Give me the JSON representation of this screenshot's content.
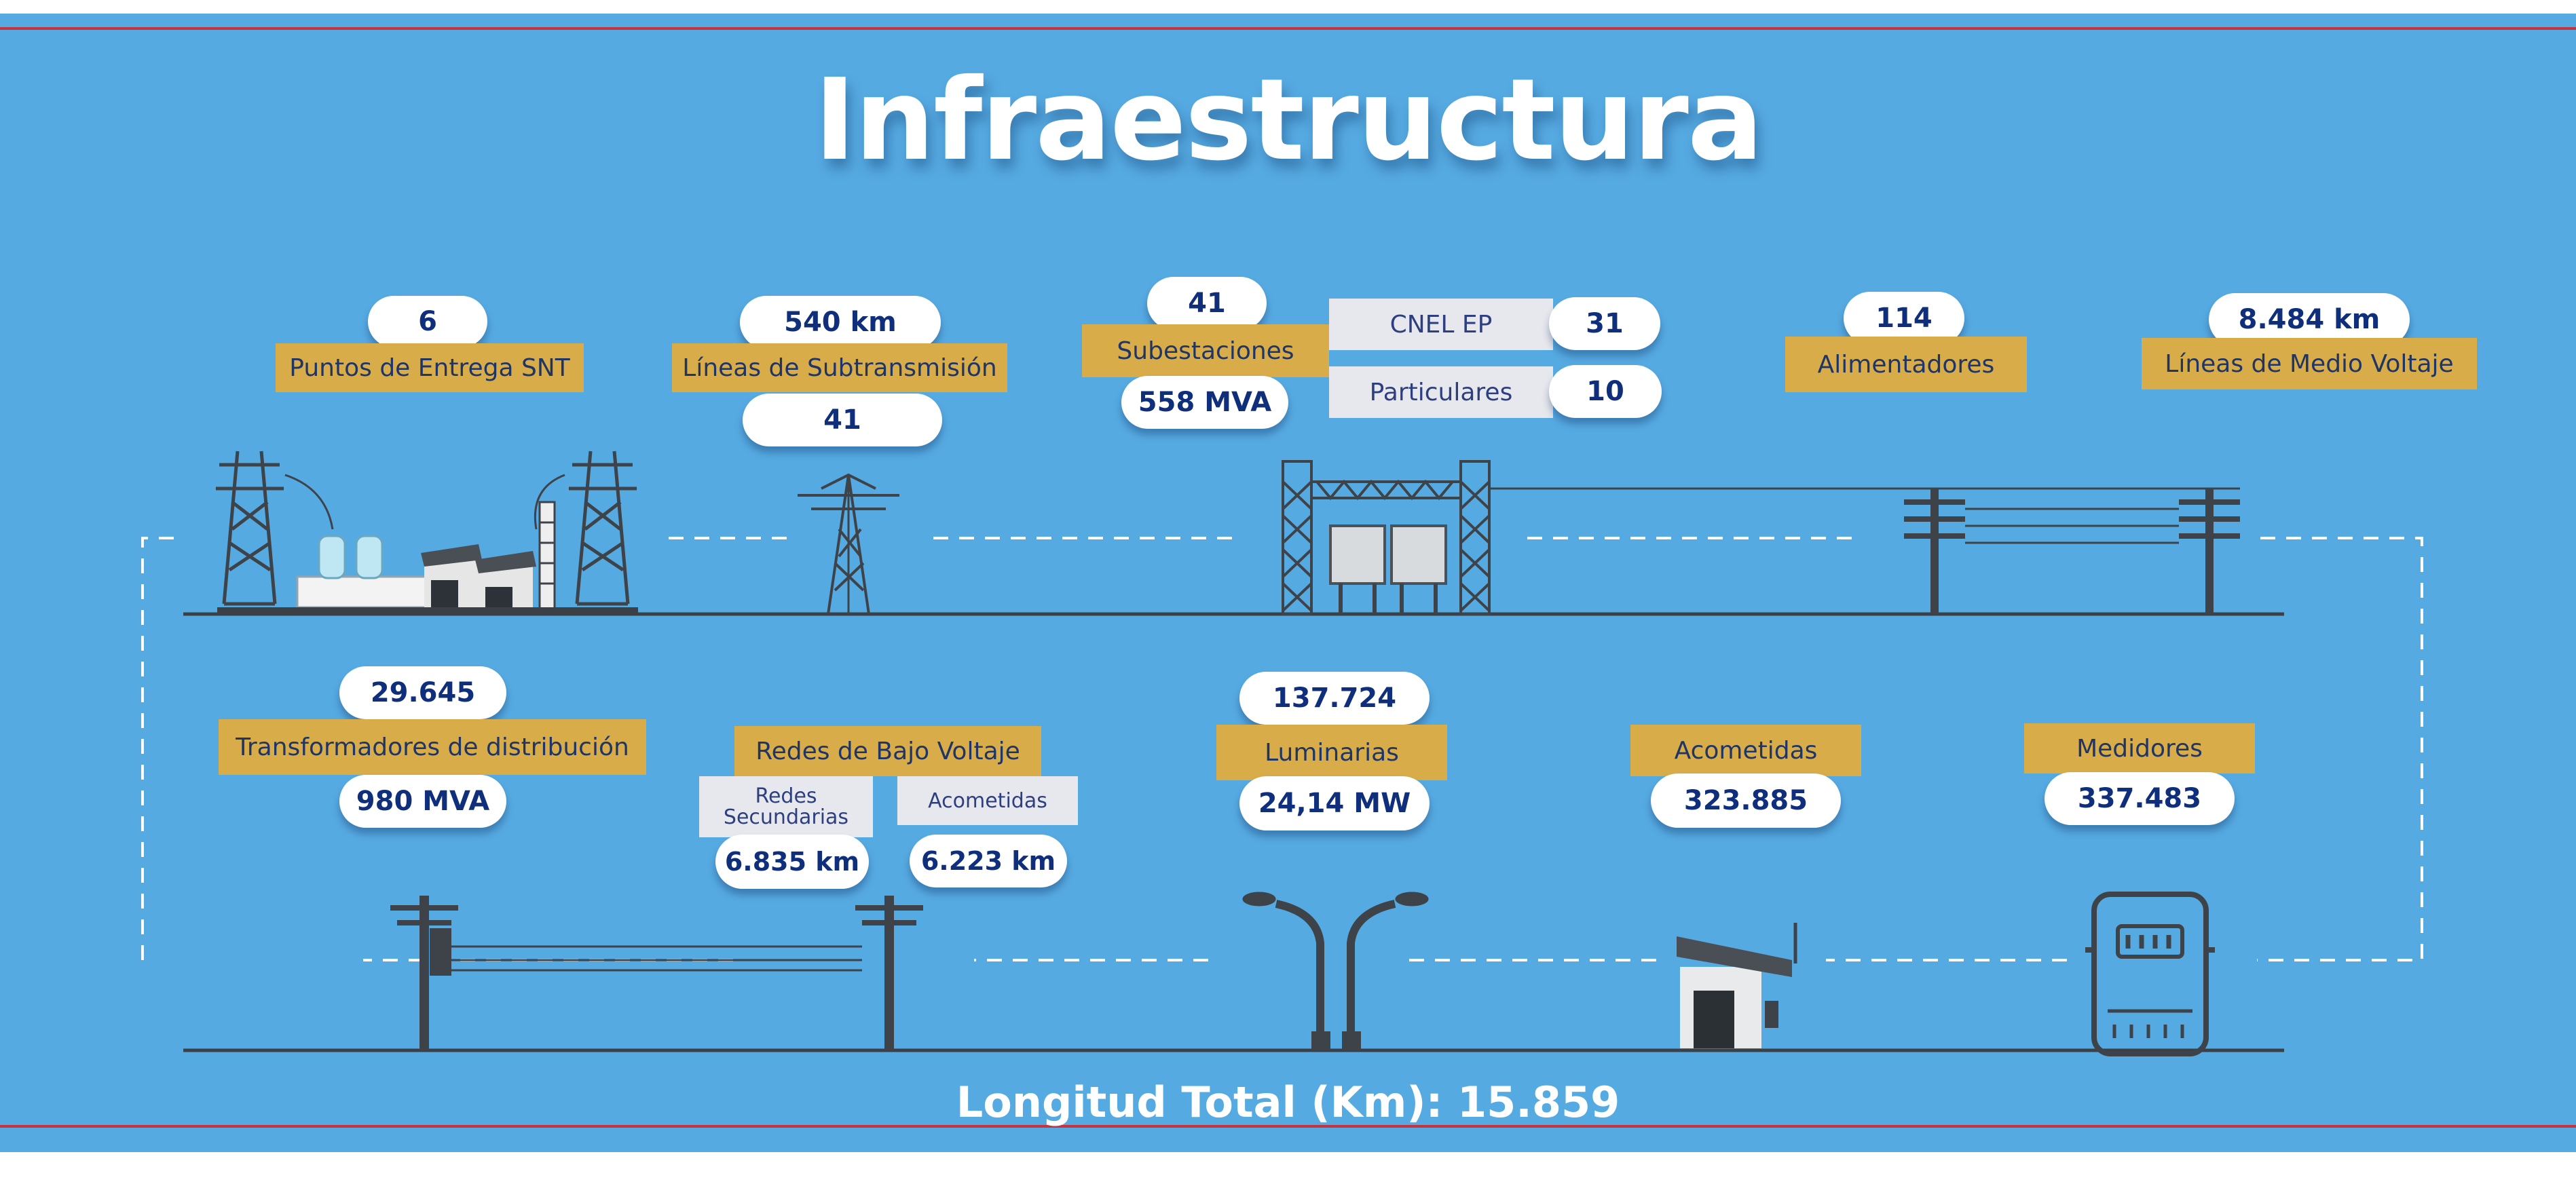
{
  "title": "Infraestructura",
  "footer": "Longitud Total (Km):  15.859",
  "colors": {
    "background": "#56aae2",
    "label_fill": "#d9ac4a",
    "sub_label_fill": "#e7e8ed",
    "value_text": "#0f2f7c",
    "border_line": "#c8323c"
  },
  "row1": {
    "puntos_entrega": {
      "value": "6",
      "label": "Puntos de Entrega SNT"
    },
    "lineas_subtransmision": {
      "value": "540 km",
      "label": "Líneas de Subtransmisión",
      "count": "41"
    },
    "subestaciones": {
      "value": "41",
      "label": "Subestaciones",
      "capacity": "558 MVA",
      "breakdown": [
        {
          "label": "CNEL EP",
          "value": "31"
        },
        {
          "label": "Particulares",
          "value": "10"
        }
      ]
    },
    "alimentadores": {
      "value": "114",
      "label": "Alimentadores"
    },
    "lineas_medio_voltaje": {
      "value": "8.484  km",
      "label": "Líneas de Medio Voltaje"
    }
  },
  "row2": {
    "transformadores": {
      "value": "29.645",
      "label": "Transformadores de distribución",
      "capacity": "980  MVA"
    },
    "redes_bajo_voltaje": {
      "label": "Redes de Bajo Voltaje",
      "sub": [
        {
          "label": "Redes Secundarias",
          "value": "6.835 km"
        },
        {
          "label": "Acometidas",
          "value": "6.223  km"
        }
      ]
    },
    "luminarias": {
      "value": "137.724",
      "label": "Luminarias",
      "power": "24,14 MW"
    },
    "acometidas": {
      "label": "Acometidas",
      "value": "323.885"
    },
    "medidores": {
      "label": "Medidores",
      "value": "337.483"
    }
  },
  "icons": [
    "power-plant-icon",
    "transmission-tower-icon",
    "substation-icon",
    "utility-pole-icon",
    "distribution-transformer-pole-icon",
    "street-lamp-icon",
    "house-connection-icon",
    "electric-meter-icon"
  ]
}
